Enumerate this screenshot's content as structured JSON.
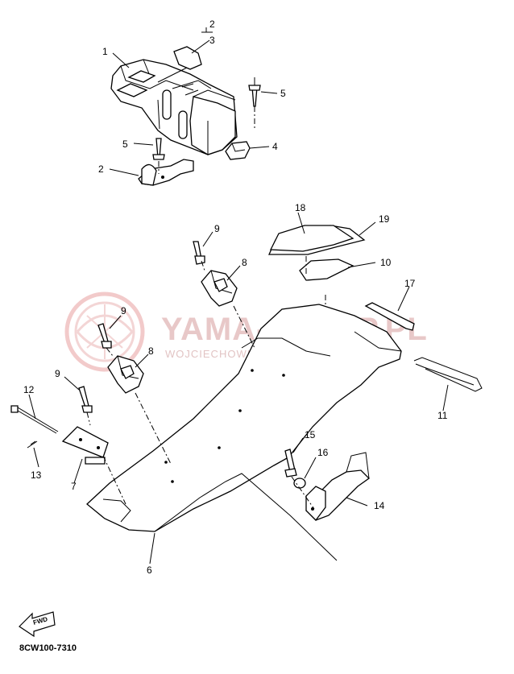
{
  "watermark": {
    "title": "YAMA-SKLEP.PL",
    "subtitle": "WOJCIECHOWICZ | DEALER YAMAHA"
  },
  "diagram_code": "8CW100-7310",
  "fwd_label": "FWD",
  "callouts": {
    "c1": "1",
    "c2a": "2",
    "c3": "3",
    "c5a": "5",
    "c5b": "5",
    "c4": "4",
    "c2b": "2",
    "c9a": "9",
    "c8a": "8",
    "c18": "18",
    "c19": "19",
    "c10": "10",
    "c17": "17",
    "c9b": "9",
    "c8b": "8",
    "c9c": "9",
    "c12": "12",
    "c13": "13",
    "c7": "7",
    "c11": "11",
    "c15": "15",
    "c16": "16",
    "c14": "14",
    "c6": "6"
  },
  "colors": {
    "line": "#000000",
    "watermark": "#e8c8c8"
  }
}
